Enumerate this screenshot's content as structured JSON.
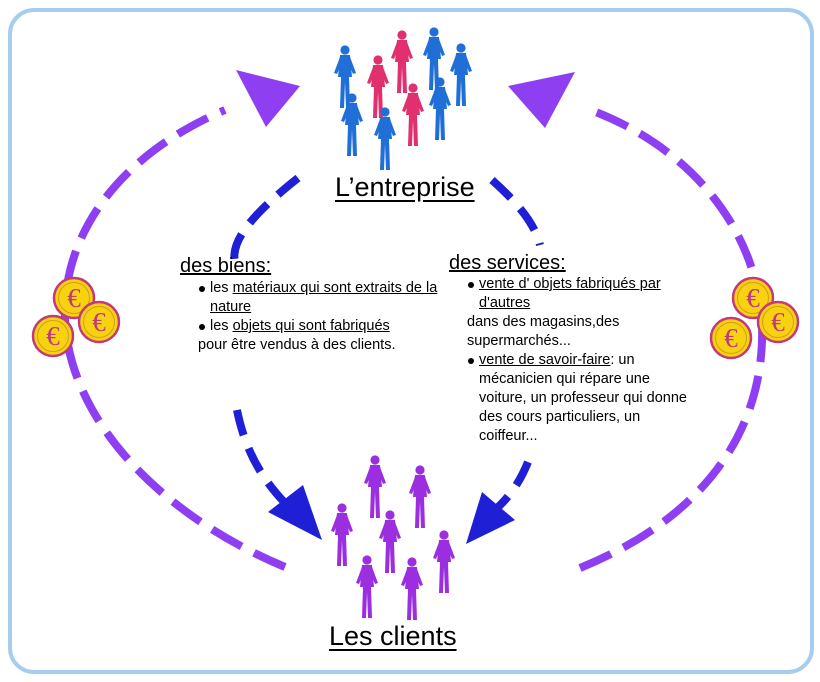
{
  "nodes": {
    "company": "L’entreprise",
    "clients": "Les clients"
  },
  "goods": {
    "title": "des biens:",
    "items": [
      {
        "pre": "les ",
        "link": "matériaux qui sont extraits de la nature",
        "post": ""
      },
      {
        "pre": "les ",
        "link": "objets qui sont fabriqués",
        "post": " pour être vendus à des clients."
      }
    ]
  },
  "services": {
    "title": "des services:",
    "items": [
      {
        "pre": "",
        "link": "vente d' objets fabriqués par d'autres",
        "post": " dans des magasins,des supermarchés..."
      },
      {
        "pre": "",
        "link": "vente de savoir-faire",
        "post": ": un mécanicien qui répare une voiture, un professeur qui donne des cours particuliers, un coiffeur..."
      }
    ]
  },
  "money": {
    "symbol": "€"
  },
  "colors": {
    "border": "#a6cdee",
    "money_flow": "#8f3ff2",
    "goods_flow": "#1f1fd6",
    "company_blue": "#1f6fd6",
    "company_pink": "#e0306f",
    "clients_purple": "#9b2fe0",
    "coin_fill": "#f7d20f",
    "coin_edge": "#c23a7a"
  },
  "icons": [
    "person-icon",
    "euro-coin-icon",
    "arrow-head-icon"
  ]
}
